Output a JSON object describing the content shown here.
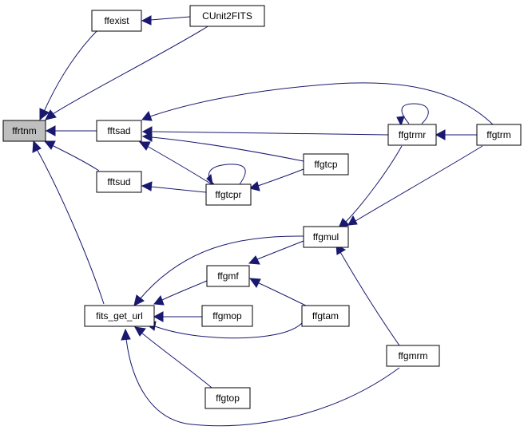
{
  "colors": {
    "edge": "#191970",
    "root_fill": "#bfbfbf",
    "node_fill": "#ffffff",
    "border": "#000000"
  },
  "nodes": {
    "ffrtnm": "ffrtnm",
    "ffexist": "ffexist",
    "cunit2fits": "CUnit2FITS",
    "fftsad": "fftsad",
    "ffgtrmr": "ffgtrmr",
    "ffgtrm": "ffgtrm",
    "ffgtcp": "ffgtcp",
    "fftsud": "fftsud",
    "ffgtcpr": "ffgtcpr",
    "ffgmul": "ffgmul",
    "ffgmf": "ffgmf",
    "fits_get_url": "fits_get_url",
    "ffgmop": "ffgmop",
    "ffgtam": "ffgtam",
    "ffgmrm": "ffgmrm",
    "ffgtop": "ffgtop"
  }
}
